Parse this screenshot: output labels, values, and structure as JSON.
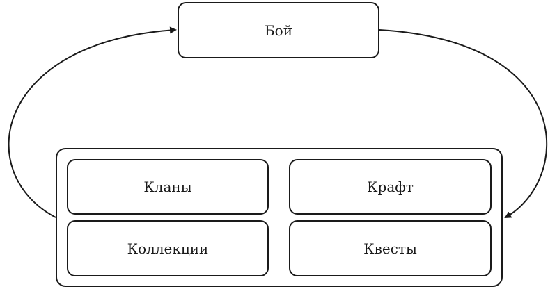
{
  "diagram": {
    "top_node": {
      "label": "Бой"
    },
    "group": {
      "nodes": [
        {
          "label": "Кланы"
        },
        {
          "label": "Крафт"
        },
        {
          "label": "Коллекции"
        },
        {
          "label": "Квесты"
        }
      ]
    },
    "edges": [
      {
        "from": "Бой",
        "to": "group"
      },
      {
        "from": "group",
        "to": "Бой"
      }
    ]
  }
}
